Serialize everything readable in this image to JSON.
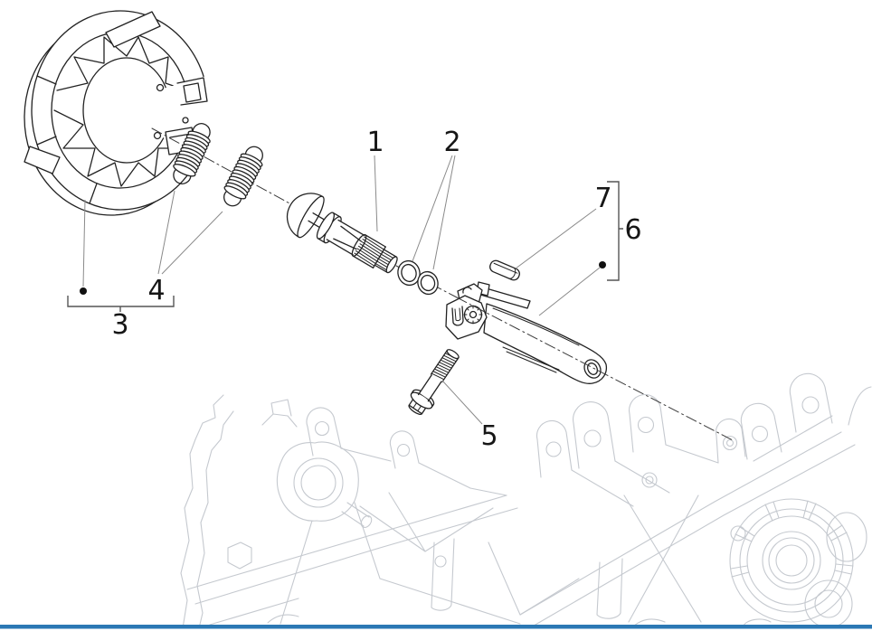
{
  "diagram": {
    "type": "exploded-parts-diagram",
    "callouts": [
      {
        "number": "1",
        "target": "brake-camshaft"
      },
      {
        "number": "2",
        "target": "o-rings"
      },
      {
        "number": "3",
        "target": "brake-shoe-assembly"
      },
      {
        "number": "4",
        "target": "tension-springs"
      },
      {
        "number": "5",
        "target": "flange-bolt"
      },
      {
        "number": "6",
        "target": "brake-lever-assembly"
      },
      {
        "number": "7",
        "target": "pin"
      }
    ]
  },
  "colors": {
    "page_background": "#ffffff",
    "part_line": "#222222",
    "engine_line": "#c5c9cf",
    "leader_line": "#8a8a8a",
    "label_text": "#161616",
    "accent_bar": "#2b78b4"
  }
}
